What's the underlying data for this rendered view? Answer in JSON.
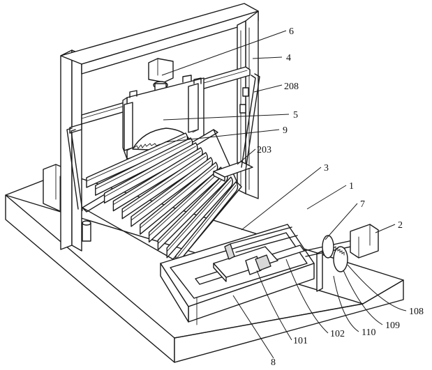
{
  "callouts": [
    {
      "id": "c6",
      "text": "6"
    },
    {
      "id": "c4",
      "text": "4"
    },
    {
      "id": "c208",
      "text": "208"
    },
    {
      "id": "c5",
      "text": "5"
    },
    {
      "id": "c9",
      "text": "9"
    },
    {
      "id": "c203",
      "text": "203"
    },
    {
      "id": "c3",
      "text": "3"
    },
    {
      "id": "c1",
      "text": "1"
    },
    {
      "id": "c7",
      "text": "7"
    },
    {
      "id": "c2",
      "text": "2"
    },
    {
      "id": "c108",
      "text": "108"
    },
    {
      "id": "c109",
      "text": "109"
    },
    {
      "id": "c110",
      "text": "110"
    },
    {
      "id": "c102",
      "text": "102"
    },
    {
      "id": "c101",
      "text": "101"
    },
    {
      "id": "c8",
      "text": "8"
    }
  ]
}
